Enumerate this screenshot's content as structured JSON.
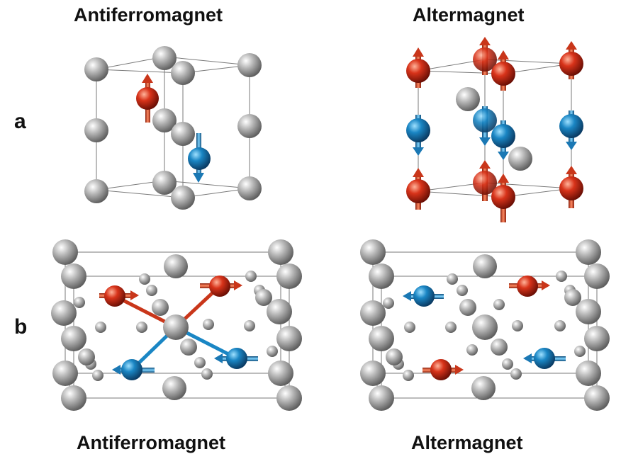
{
  "titles": {
    "top_left": "Antiferromagnet",
    "top_right": "Altermagnet",
    "bottom_left": "Antiferromagnet",
    "bottom_right": "Altermagnet"
  },
  "panel_labels": {
    "a": "a",
    "b": "b"
  },
  "colors": {
    "spin_up": "#d8331a",
    "spin_down": "#1a86c4",
    "nonmagnetic_atom": "#a8a8a8",
    "cell_edge": "#7a7a7a"
  }
}
